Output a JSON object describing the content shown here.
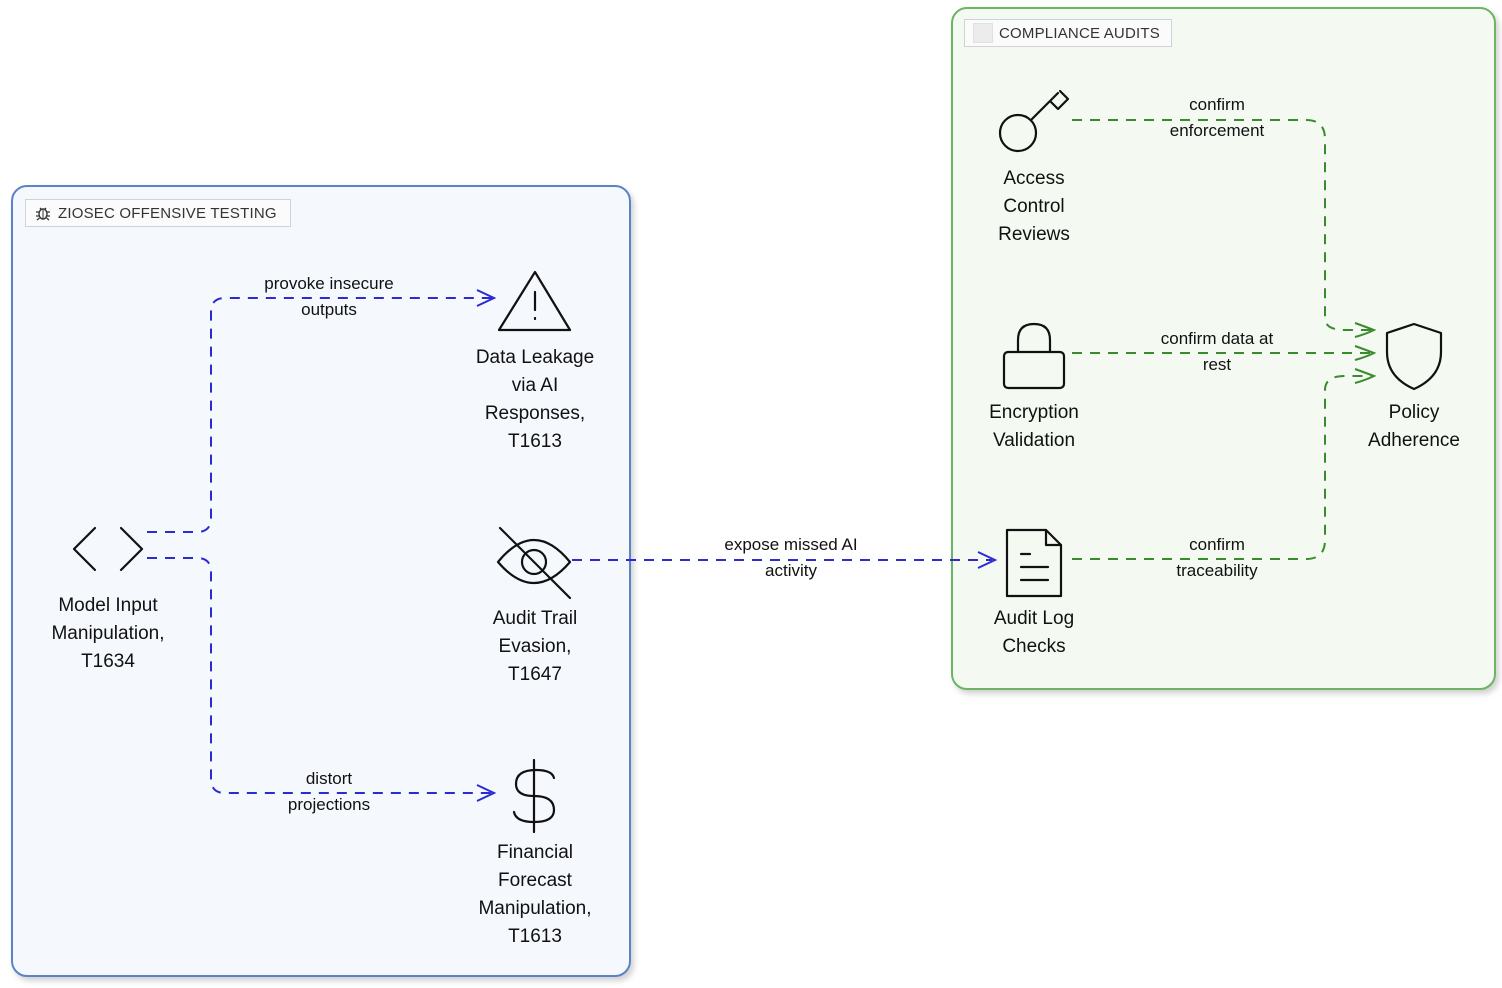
{
  "groups": {
    "left": {
      "title": "ZIOSEC OFFENSIVE TESTING",
      "icon": "bug-icon",
      "border_color": "#5c82c9"
    },
    "right": {
      "title": "COMPLIANCE AUDITS",
      "border_color": "#6cb464"
    }
  },
  "nodes": {
    "model_input": {
      "lines": [
        "Model Input",
        "Manipulation,",
        "T1634"
      ],
      "icon": "code-brackets-icon"
    },
    "data_leakage": {
      "lines": [
        "Data Leakage",
        "via AI",
        "Responses,",
        "T1613"
      ],
      "icon": "warning-triangle-icon"
    },
    "audit_trail": {
      "lines": [
        "Audit Trail",
        "Evasion,",
        "T1647"
      ],
      "icon": "eye-off-icon"
    },
    "financial": {
      "lines": [
        "Financial",
        "Forecast",
        "Manipulation,",
        "T1613"
      ],
      "icon": "dollar-icon"
    },
    "access_control": {
      "lines": [
        "Access",
        "Control",
        "Reviews"
      ],
      "icon": "key-icon"
    },
    "encryption": {
      "lines": [
        "Encryption",
        "Validation"
      ],
      "icon": "lock-icon"
    },
    "audit_log": {
      "lines": [
        "Audit Log",
        "Checks"
      ],
      "icon": "document-icon"
    },
    "policy": {
      "lines": [
        "Policy",
        "Adherence"
      ],
      "icon": "shield-icon"
    }
  },
  "edges": {
    "provoke": {
      "lines": [
        "provoke insecure",
        "outputs"
      ]
    },
    "distort": {
      "lines": [
        "distort",
        "projections"
      ]
    },
    "expose": {
      "lines": [
        "expose missed AI",
        "activity"
      ]
    },
    "enforcement": {
      "lines": [
        "confirm",
        "enforcement"
      ]
    },
    "data_at_rest": {
      "lines": [
        "confirm data at",
        "rest"
      ]
    },
    "traceability": {
      "lines": [
        "confirm",
        "traceability"
      ]
    }
  },
  "colors": {
    "attack_edge": "#2b2bd1",
    "audit_edge": "#3a8a2e"
  }
}
